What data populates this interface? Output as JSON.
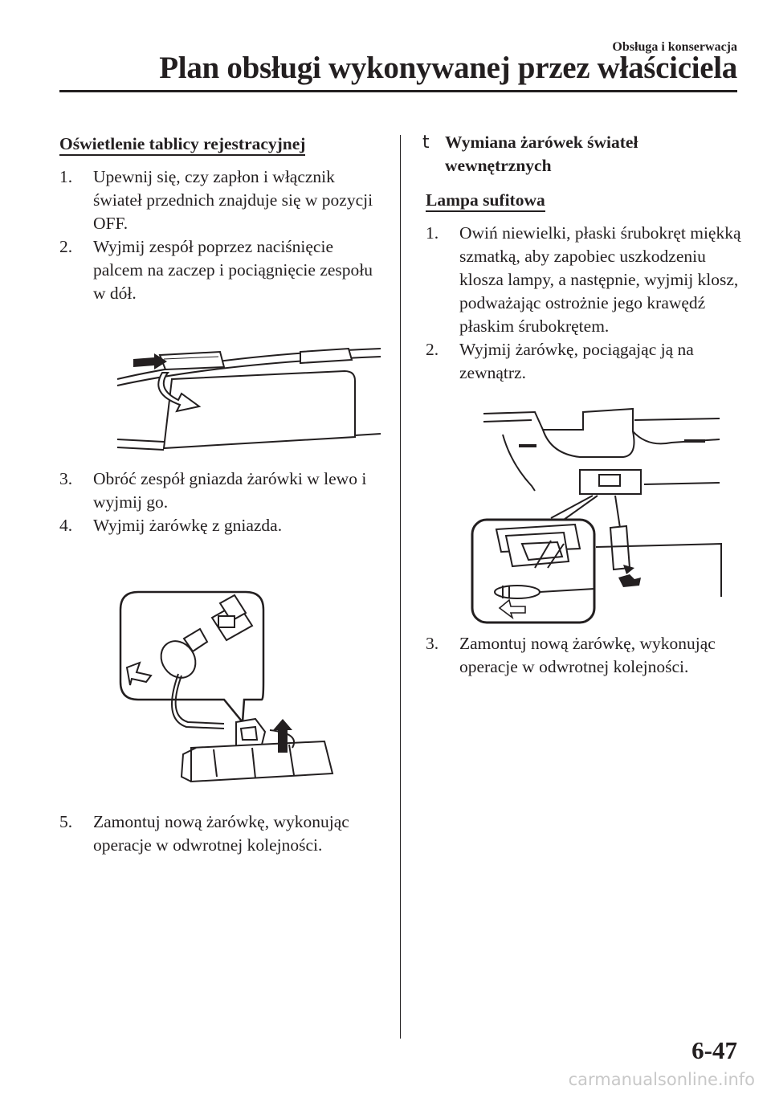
{
  "header": {
    "section": "Obsługa i konserwacja",
    "title": "Plan obsługi wykonywanej przez właściciela"
  },
  "left": {
    "heading": "Oświetlenie tablicy rejestracyjnej",
    "steps_a": [
      {
        "num": "1.",
        "text": "Upewnij się, czy zapłon i włącznik świateł przednich znajduje się w pozycji OFF."
      },
      {
        "num": "2.",
        "text": "Wyjmij zespół poprzez naciśnięcie palcem na zaczep i pociągnięcie zespołu w dół."
      }
    ],
    "steps_b": [
      {
        "num": "3.",
        "text": "Obróć zespół gniazda żarówki w lewo i wyjmij go."
      },
      {
        "num": "4.",
        "text": "Wyjmij żarówkę z gniazda."
      }
    ],
    "steps_c": [
      {
        "num": "5.",
        "text": "Zamontuj nową żarówkę, wykonując operacje w odwrotnej kolejności."
      }
    ]
  },
  "right": {
    "marker": "t",
    "subsection": "Wymiana żarówek świateł wewnętrznych",
    "heading": "Lampa sufitowa",
    "steps_a": [
      {
        "num": "1.",
        "text": "Owiń niewielki, płaski śrubokręt miękką szmatką, aby zapobiec uszkodzeniu klosza lampy, a następnie, wyjmij klosz, podważając ostrożnie jego krawędź płaskim śrubokrętem."
      },
      {
        "num": "2.",
        "text": "Wyjmij żarówkę, pociągając ją na zewnątrz."
      }
    ],
    "steps_b": [
      {
        "num": "3.",
        "text": "Zamontuj nową żarówkę, wykonując operacje w odwrotnej kolejności."
      }
    ]
  },
  "page_number": "6-47",
  "watermark": "carmanualsonline.info"
}
